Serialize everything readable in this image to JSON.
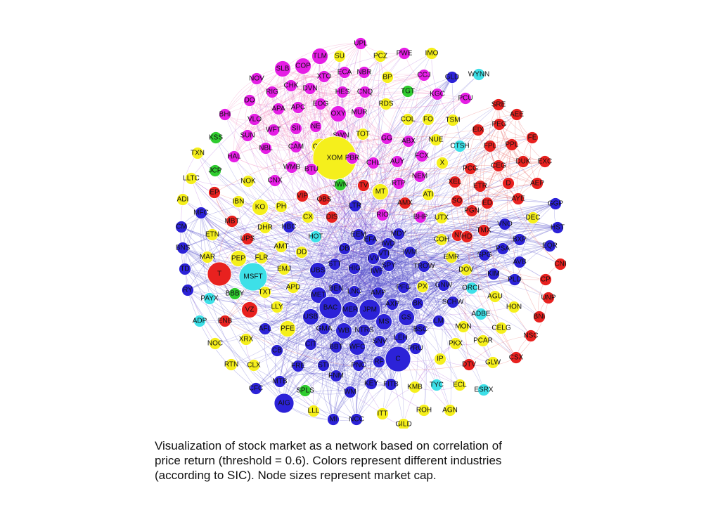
{
  "caption": {
    "line1": "Visualization of stock market as a network based on correlation of",
    "line2": "price return (threshold = 0.6). Colors represent different industries",
    "line3": "(according to SIC). Node sizes represent market cap."
  },
  "colors": {
    "magenta": "#e51ee5",
    "yellow": "#f5ef1c",
    "red": "#e8211f",
    "blue": "#2c22d8",
    "cyan": "#3de0e8",
    "green": "#2fcc2f",
    "edge_blue": "#4a46c8",
    "edge_purple": "#a855d6",
    "edge_pink": "#f07ab6",
    "edge_red": "#e5504d"
  },
  "nodes": [
    {
      "id": "UPL",
      "color": "magenta",
      "size": "s"
    },
    {
      "id": "PWE",
      "color": "magenta",
      "size": "s"
    },
    {
      "id": "IMO",
      "color": "yellow",
      "size": "s"
    },
    {
      "id": "SU",
      "color": "yellow",
      "size": "s"
    },
    {
      "id": "PCZ",
      "color": "yellow",
      "size": "s"
    },
    {
      "id": "TLM",
      "color": "magenta",
      "size": "m"
    },
    {
      "id": "SLB",
      "color": "magenta",
      "size": "m"
    },
    {
      "id": "COP",
      "color": "magenta",
      "size": "m"
    },
    {
      "id": "ECA",
      "color": "magenta",
      "size": "s"
    },
    {
      "id": "NBR",
      "color": "magenta",
      "size": "s"
    },
    {
      "id": "XTO",
      "color": "magenta",
      "size": "s"
    },
    {
      "id": "BP",
      "color": "yellow",
      "size": "s"
    },
    {
      "id": "CCJ",
      "color": "magenta",
      "size": "s"
    },
    {
      "id": "GLD",
      "color": "blue",
      "size": "s"
    },
    {
      "id": "WYNN",
      "color": "cyan",
      "size": "s"
    },
    {
      "id": "NOV",
      "color": "magenta",
      "size": "s"
    },
    {
      "id": "CHK",
      "color": "magenta",
      "size": "s"
    },
    {
      "id": "DVN",
      "color": "magenta",
      "size": "s"
    },
    {
      "id": "HES",
      "color": "magenta",
      "size": "s"
    },
    {
      "id": "CNQ",
      "color": "magenta",
      "size": "s"
    },
    {
      "id": "TGT",
      "color": "green",
      "size": "s"
    },
    {
      "id": "KGC",
      "color": "magenta",
      "size": "s"
    },
    {
      "id": "RIG",
      "color": "magenta",
      "size": "s"
    },
    {
      "id": "PCU",
      "color": "magenta",
      "size": "s"
    },
    {
      "id": "DO",
      "color": "magenta",
      "size": "s"
    },
    {
      "id": "APA",
      "color": "magenta",
      "size": "s"
    },
    {
      "id": "APC",
      "color": "magenta",
      "size": "s"
    },
    {
      "id": "EOG",
      "color": "magenta",
      "size": "s"
    },
    {
      "id": "RDS",
      "color": "yellow",
      "size": "s"
    },
    {
      "id": "SRE",
      "color": "red",
      "size": "s"
    },
    {
      "id": "AEE",
      "color": "red",
      "size": "s"
    },
    {
      "id": "OXY",
      "color": "magenta",
      "size": "m"
    },
    {
      "id": "MUR",
      "color": "magenta",
      "size": "s"
    },
    {
      "id": "BHI",
      "color": "magenta",
      "size": "s"
    },
    {
      "id": "VLO",
      "color": "magenta",
      "size": "s"
    },
    {
      "id": "NE",
      "color": "magenta",
      "size": "s"
    },
    {
      "id": "COL",
      "color": "yellow",
      "size": "s"
    },
    {
      "id": "FO",
      "color": "yellow",
      "size": "s"
    },
    {
      "id": "TSM",
      "color": "yellow",
      "size": "s"
    },
    {
      "id": "PEG",
      "color": "red",
      "size": "s"
    },
    {
      "id": "WFT",
      "color": "magenta",
      "size": "s"
    },
    {
      "id": "SII",
      "color": "magenta",
      "size": "s"
    },
    {
      "id": "SWN",
      "color": "magenta",
      "size": "s"
    },
    {
      "id": "TOT",
      "color": "yellow",
      "size": "s"
    },
    {
      "id": "EIX",
      "color": "red",
      "size": "s"
    },
    {
      "id": "KSS",
      "color": "green",
      "size": "s"
    },
    {
      "id": "SUN",
      "color": "magenta",
      "size": "s"
    },
    {
      "id": "GG",
      "color": "magenta",
      "size": "s"
    },
    {
      "id": "ABX",
      "color": "magenta",
      "size": "s"
    },
    {
      "id": "NUE",
      "color": "yellow",
      "size": "s"
    },
    {
      "id": "FE",
      "color": "red",
      "size": "s"
    },
    {
      "id": "NBL",
      "color": "magenta",
      "size": "s"
    },
    {
      "id": "CAM",
      "color": "magenta",
      "size": "s"
    },
    {
      "id": "CVX",
      "color": "yellow",
      "size": "m"
    },
    {
      "id": "CTSH",
      "color": "cyan",
      "size": "s"
    },
    {
      "id": "FPL",
      "color": "red",
      "size": "s"
    },
    {
      "id": "PPL",
      "color": "red",
      "size": "s"
    },
    {
      "id": "TXN",
      "color": "yellow",
      "size": "s"
    },
    {
      "id": "HAL",
      "color": "magenta",
      "size": "s"
    },
    {
      "id": "XOM",
      "color": "yellow",
      "size": "xl"
    },
    {
      "id": "PBR",
      "color": "magenta",
      "size": "s"
    },
    {
      "id": "FCX",
      "color": "magenta",
      "size": "s"
    },
    {
      "id": "DUK",
      "color": "red",
      "size": "s"
    },
    {
      "id": "EXC",
      "color": "red",
      "size": "s"
    },
    {
      "id": "JCP",
      "color": "green",
      "size": "s"
    },
    {
      "id": "WMB",
      "color": "magenta",
      "size": "s"
    },
    {
      "id": "BTU",
      "color": "magenta",
      "size": "s"
    },
    {
      "id": "CHL",
      "color": "magenta",
      "size": "s"
    },
    {
      "id": "AUY",
      "color": "magenta",
      "size": "s"
    },
    {
      "id": "X",
      "color": "yellow",
      "size": "s"
    },
    {
      "id": "PCG",
      "color": "red",
      "size": "s"
    },
    {
      "id": "CEG",
      "color": "red",
      "size": "s"
    },
    {
      "id": "LLTC",
      "color": "yellow",
      "size": "s"
    },
    {
      "id": "NEM",
      "color": "magenta",
      "size": "s"
    },
    {
      "id": "NOK",
      "color": "yellow",
      "size": "s"
    },
    {
      "id": "CNX",
      "color": "magenta",
      "size": "s"
    },
    {
      "id": "JWN",
      "color": "green",
      "size": "s"
    },
    {
      "id": "TV",
      "color": "red",
      "size": "s"
    },
    {
      "id": "RTP",
      "color": "magenta",
      "size": "s"
    },
    {
      "id": "XEL",
      "color": "red",
      "size": "s"
    },
    {
      "id": "ETR",
      "color": "red",
      "size": "s"
    },
    {
      "id": "D",
      "color": "red",
      "size": "s"
    },
    {
      "id": "AEP",
      "color": "red",
      "size": "s"
    },
    {
      "id": "EP",
      "color": "red",
      "size": "s"
    },
    {
      "id": "MT",
      "color": "yellow",
      "size": "m"
    },
    {
      "id": "ATI",
      "color": "yellow",
      "size": "s"
    },
    {
      "id": "AYE",
      "color": "red",
      "size": "s"
    },
    {
      "id": "ADI",
      "color": "yellow",
      "size": "s"
    },
    {
      "id": "VIP",
      "color": "red",
      "size": "s"
    },
    {
      "id": "IBN",
      "color": "yellow",
      "size": "s"
    },
    {
      "id": "OBS",
      "color": "red",
      "size": "s"
    },
    {
      "id": "AMX",
      "color": "red",
      "size": "s"
    },
    {
      "id": "SO",
      "color": "red",
      "size": "s"
    },
    {
      "id": "ED",
      "color": "red",
      "size": "s"
    },
    {
      "id": "GGP",
      "color": "blue",
      "size": "s"
    },
    {
      "id": "KO",
      "color": "yellow",
      "size": "m"
    },
    {
      "id": "PH",
      "color": "yellow",
      "size": "s"
    },
    {
      "id": "LTR",
      "color": "blue",
      "size": "s"
    },
    {
      "id": "MFC",
      "color": "blue",
      "size": "s"
    },
    {
      "id": "DIS",
      "color": "red",
      "size": "s"
    },
    {
      "id": "CX",
      "color": "yellow",
      "size": "s"
    },
    {
      "id": "RIO",
      "color": "magenta",
      "size": "s"
    },
    {
      "id": "BHP",
      "color": "magenta",
      "size": "s"
    },
    {
      "id": "UTX",
      "color": "yellow",
      "size": "s"
    },
    {
      "id": "PGN",
      "color": "red",
      "size": "s"
    },
    {
      "id": "DEC",
      "color": "yellow",
      "size": "s"
    },
    {
      "id": "MBT",
      "color": "red",
      "size": "s"
    },
    {
      "id": "CM",
      "color": "blue",
      "size": "s"
    },
    {
      "id": "DHR",
      "color": "yellow",
      "size": "s"
    },
    {
      "id": "HBC",
      "color": "blue",
      "size": "s"
    },
    {
      "id": "VNO",
      "color": "blue",
      "size": "s"
    },
    {
      "id": "HST",
      "color": "blue",
      "size": "s"
    },
    {
      "id": "ETN",
      "color": "yellow",
      "size": "s"
    },
    {
      "id": "MDY",
      "color": "blue",
      "size": "s"
    },
    {
      "id": "TMX",
      "color": "red",
      "size": "s"
    },
    {
      "id": "EEM",
      "color": "blue",
      "size": "s"
    },
    {
      "id": "HOT",
      "color": "cyan",
      "size": "s"
    },
    {
      "id": "NI",
      "color": "red",
      "size": "s"
    },
    {
      "id": "HD",
      "color": "red",
      "size": "s"
    },
    {
      "id": "UPS",
      "color": "red",
      "size": "s"
    },
    {
      "id": "EFA",
      "color": "blue",
      "size": "s"
    },
    {
      "id": "IWD",
      "color": "blue",
      "size": "s"
    },
    {
      "id": "COH",
      "color": "yellow",
      "size": "s"
    },
    {
      "id": "BXP",
      "color": "blue",
      "size": "s"
    },
    {
      "id": "BNS",
      "color": "blue",
      "size": "s"
    },
    {
      "id": "AMT",
      "color": "yellow",
      "size": "s"
    },
    {
      "id": "EQR",
      "color": "blue",
      "size": "s"
    },
    {
      "id": "MAR",
      "color": "yellow",
      "size": "s"
    },
    {
      "id": "PEP",
      "color": "yellow",
      "size": "m"
    },
    {
      "id": "FLR",
      "color": "yellow",
      "size": "s"
    },
    {
      "id": "DD",
      "color": "yellow",
      "size": "s"
    },
    {
      "id": "DB",
      "color": "blue",
      "size": "s"
    },
    {
      "id": "VTI",
      "color": "blue",
      "size": "s"
    },
    {
      "id": "IWM",
      "color": "blue",
      "size": "s"
    },
    {
      "id": "EMR",
      "color": "yellow",
      "size": "s"
    },
    {
      "id": "SPG",
      "color": "blue",
      "size": "s"
    },
    {
      "id": "PSA",
      "color": "blue",
      "size": "s"
    },
    {
      "id": "AVB",
      "color": "blue",
      "size": "s"
    },
    {
      "id": "TD",
      "color": "blue",
      "size": "s"
    },
    {
      "id": "IVV",
      "color": "blue",
      "size": "s"
    },
    {
      "id": "T",
      "color": "red",
      "size": "l"
    },
    {
      "id": "MSFT",
      "color": "cyan",
      "size": "l"
    },
    {
      "id": "EMJ",
      "color": "yellow",
      "size": "s"
    },
    {
      "id": "UBS",
      "color": "blue",
      "size": "m"
    },
    {
      "id": "STT",
      "color": "blue",
      "size": "s"
    },
    {
      "id": "HIG",
      "color": "blue",
      "size": "s"
    },
    {
      "id": "IWF",
      "color": "blue",
      "size": "s"
    },
    {
      "id": "SPY",
      "color": "blue",
      "size": "s"
    },
    {
      "id": "TROW",
      "color": "blue",
      "size": "s"
    },
    {
      "id": "DOV",
      "color": "yellow",
      "size": "s"
    },
    {
      "id": "KIM",
      "color": "blue",
      "size": "s"
    },
    {
      "id": "PLD",
      "color": "blue",
      "size": "s"
    },
    {
      "id": "RY",
      "color": "blue",
      "size": "s"
    },
    {
      "id": "BBBY",
      "color": "green",
      "size": "s"
    },
    {
      "id": "TXT",
      "color": "yellow",
      "size": "s"
    },
    {
      "id": "APD",
      "color": "yellow",
      "size": "s"
    },
    {
      "id": "BEN",
      "color": "blue",
      "size": "s"
    },
    {
      "id": "PFG",
      "color": "blue",
      "size": "s"
    },
    {
      "id": "PX",
      "color": "yellow",
      "size": "s"
    },
    {
      "id": "GNW",
      "color": "blue",
      "size": "s"
    },
    {
      "id": "ORCL",
      "color": "cyan",
      "size": "s"
    },
    {
      "id": "AGU",
      "color": "yellow",
      "size": "s"
    },
    {
      "id": "PAYX",
      "color": "cyan",
      "size": "s"
    },
    {
      "id": "MET",
      "color": "blue",
      "size": "m"
    },
    {
      "id": "LNC",
      "color": "blue",
      "size": "s"
    },
    {
      "id": "AMP",
      "color": "blue",
      "size": "s"
    },
    {
      "id": "SCHW",
      "color": "blue",
      "size": "s"
    },
    {
      "id": "VZ",
      "color": "red",
      "size": "m"
    },
    {
      "id": "LLY",
      "color": "yellow",
      "size": "s"
    },
    {
      "id": "BAC",
      "color": "blue",
      "size": "l"
    },
    {
      "id": "MER",
      "color": "blue",
      "size": "m"
    },
    {
      "id": "JPM",
      "color": "blue",
      "size": "l"
    },
    {
      "id": "AXP",
      "color": "blue",
      "size": "s"
    },
    {
      "id": "BK",
      "color": "blue",
      "size": "s"
    },
    {
      "id": "ADBE",
      "color": "cyan",
      "size": "s"
    },
    {
      "id": "HON",
      "color": "yellow",
      "size": "s"
    },
    {
      "id": "ADP",
      "color": "cyan",
      "size": "s"
    },
    {
      "id": "ENB",
      "color": "red",
      "size": "s"
    },
    {
      "id": "USB",
      "color": "blue",
      "size": "m"
    },
    {
      "id": "AFL",
      "color": "blue",
      "size": "s"
    },
    {
      "id": "PFE",
      "color": "yellow",
      "size": "m"
    },
    {
      "id": "GMA",
      "color": "blue",
      "size": "s"
    },
    {
      "id": "WB",
      "color": "blue",
      "size": "m"
    },
    {
      "id": "NTRS",
      "color": "blue",
      "size": "s"
    },
    {
      "id": "MS",
      "color": "blue",
      "size": "m"
    },
    {
      "id": "GS",
      "color": "blue",
      "size": "m"
    },
    {
      "id": "LM",
      "color": "blue",
      "size": "s"
    },
    {
      "id": "MON",
      "color": "yellow",
      "size": "s"
    },
    {
      "id": "CELG",
      "color": "yellow",
      "size": "s"
    },
    {
      "id": "BSC",
      "color": "blue",
      "size": "s"
    },
    {
      "id": "NOC",
      "color": "yellow",
      "size": "s"
    },
    {
      "id": "XRX",
      "color": "yellow",
      "size": "s"
    },
    {
      "id": "CIT",
      "color": "blue",
      "size": "s"
    },
    {
      "id": "SNV",
      "color": "blue",
      "size": "s"
    },
    {
      "id": "LEH",
      "color": "blue",
      "size": "s"
    },
    {
      "id": "PKX",
      "color": "yellow",
      "size": "s"
    },
    {
      "id": "PCAR",
      "color": "yellow",
      "size": "s"
    },
    {
      "id": "BBT",
      "color": "blue",
      "size": "s"
    },
    {
      "id": "WFC",
      "color": "blue",
      "size": "m"
    },
    {
      "id": "PRU",
      "color": "blue",
      "size": "s"
    },
    {
      "id": "CB",
      "color": "blue",
      "size": "s"
    },
    {
      "id": "C",
      "color": "blue",
      "size": "l"
    },
    {
      "id": "NSC",
      "color": "red",
      "size": "s"
    },
    {
      "id": "RTN",
      "color": "yellow",
      "size": "s"
    },
    {
      "id": "CLX",
      "color": "yellow",
      "size": "s"
    },
    {
      "id": "FRE",
      "color": "blue",
      "size": "s"
    },
    {
      "id": "STI",
      "color": "blue",
      "size": "s"
    },
    {
      "id": "PNC",
      "color": "blue",
      "size": "s"
    },
    {
      "id": "RF",
      "color": "blue",
      "size": "s"
    },
    {
      "id": "IP",
      "color": "yellow",
      "size": "s"
    },
    {
      "id": "DTV",
      "color": "red",
      "size": "s"
    },
    {
      "id": "GLW",
      "color": "yellow",
      "size": "s"
    },
    {
      "id": "CSX",
      "color": "red",
      "size": "s"
    },
    {
      "id": "FNM",
      "color": "blue",
      "size": "s"
    },
    {
      "id": "MTB",
      "color": "blue",
      "size": "s"
    },
    {
      "id": "CFC",
      "color": "blue",
      "size": "s"
    },
    {
      "id": "KEY",
      "color": "blue",
      "size": "s"
    },
    {
      "id": "FITB",
      "color": "blue",
      "size": "s"
    },
    {
      "id": "KMB",
      "color": "yellow",
      "size": "s"
    },
    {
      "id": "TYC",
      "color": "cyan",
      "size": "s"
    },
    {
      "id": "ECL",
      "color": "yellow",
      "size": "s"
    },
    {
      "id": "ESRX",
      "color": "cyan",
      "size": "s"
    },
    {
      "id": "SPLS",
      "color": "green",
      "size": "s"
    },
    {
      "id": "WM",
      "color": "blue",
      "size": "s"
    },
    {
      "id": "AIG",
      "color": "blue",
      "size": "l"
    },
    {
      "id": "ROH",
      "color": "yellow",
      "size": "s"
    },
    {
      "id": "AGN",
      "color": "yellow",
      "size": "s"
    },
    {
      "id": "LLL",
      "color": "yellow",
      "size": "s"
    },
    {
      "id": "MI",
      "color": "blue",
      "size": "s"
    },
    {
      "id": "NCC",
      "color": "blue",
      "size": "s"
    },
    {
      "id": "ITT",
      "color": "yellow",
      "size": "s"
    },
    {
      "id": "GILD",
      "color": "yellow",
      "size": "s"
    },
    {
      "id": "CNI",
      "color": "red",
      "size": "s"
    },
    {
      "id": "CP",
      "color": "red",
      "size": "s"
    },
    {
      "id": "UNP",
      "color": "red",
      "size": "s"
    },
    {
      "id": "BNI",
      "color": "red",
      "size": "s"
    }
  ]
}
